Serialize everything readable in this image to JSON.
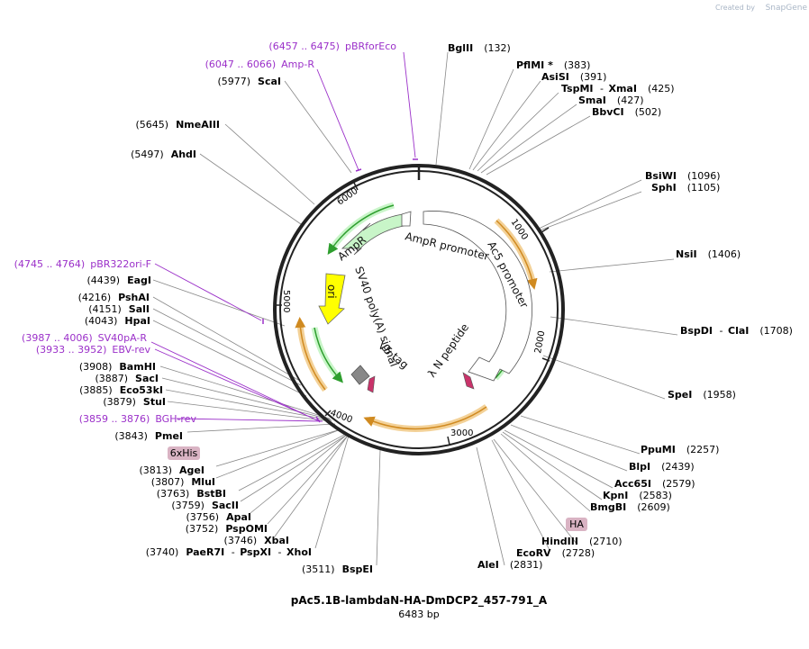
{
  "header": {
    "created_by": "Created by",
    "brand": "SnapGene"
  },
  "plasmid": {
    "name": "pAc5.1B-lambdaN-HA-DmDCP2_457-791_A",
    "size_label": "6483 bp",
    "length": 6483
  },
  "ticks": [
    "1000",
    "2000",
    "3000",
    "4000",
    "5000",
    "6000"
  ],
  "features": [
    {
      "label": "AmpR"
    },
    {
      "label": "AmpR promoter"
    },
    {
      "label": "Ac5 promoter"
    },
    {
      "label": "ori"
    },
    {
      "label": "SV40 poly(A) signal"
    },
    {
      "label": "V5 tag"
    },
    {
      "label": "λ N peptide"
    }
  ],
  "boxes": [
    {
      "label": "6xHis"
    },
    {
      "label": "HA"
    }
  ],
  "sites": [
    {
      "pos": "(132)",
      "name": "BglII"
    },
    {
      "pos": "(383)",
      "name": "PflMI *"
    },
    {
      "pos": "(391)",
      "name": "AsiSI"
    },
    {
      "pos": "(425)",
      "name": "TspMI",
      "name2": "XmaI"
    },
    {
      "pos": "(427)",
      "name": "SmaI"
    },
    {
      "pos": "(502)",
      "name": "BbvCI"
    },
    {
      "pos": "(1096)",
      "name": "BsiWI"
    },
    {
      "pos": "(1105)",
      "name": "SphI"
    },
    {
      "pos": "(1406)",
      "name": "NsiI"
    },
    {
      "pos": "(1708)",
      "name": "BspDI",
      "name2": "ClaI"
    },
    {
      "pos": "(1958)",
      "name": "SpeI"
    },
    {
      "pos": "(2257)",
      "name": "PpuMI"
    },
    {
      "pos": "(2439)",
      "name": "BlpI"
    },
    {
      "pos": "(2579)",
      "name": "Acc65I"
    },
    {
      "pos": "(2583)",
      "name": "KpnI"
    },
    {
      "pos": "(2609)",
      "name": "BmgBI"
    },
    {
      "pos": "(2710)",
      "name": "HindIII"
    },
    {
      "pos": "(2728)",
      "name": "EcoRV"
    },
    {
      "pos": "(2831)",
      "name": "AleI"
    },
    {
      "pos": "(3511)",
      "name": "BspEI"
    },
    {
      "pos": "(3740)",
      "name": "PaeR7I",
      "name2": "PspXI",
      "name3": "XhoI"
    },
    {
      "pos": "(3746)",
      "name": "XbaI"
    },
    {
      "pos": "(3752)",
      "name": "PspOMI"
    },
    {
      "pos": "(3756)",
      "name": "ApaI"
    },
    {
      "pos": "(3759)",
      "name": "SacII"
    },
    {
      "pos": "(3763)",
      "name": "BstBI"
    },
    {
      "pos": "(3807)",
      "name": "MluI"
    },
    {
      "pos": "(3813)",
      "name": "AgeI"
    },
    {
      "pos": "(3843)",
      "name": "PmeI"
    },
    {
      "pos": "(3879)",
      "name": "StuI"
    },
    {
      "pos": "(3885)",
      "name": "Eco53kI"
    },
    {
      "pos": "(3887)",
      "name": "SacI"
    },
    {
      "pos": "(3908)",
      "name": "BamHI"
    },
    {
      "pos": "(4043)",
      "name": "HpaI"
    },
    {
      "pos": "(4151)",
      "name": "SalI"
    },
    {
      "pos": "(4216)",
      "name": "PshAI"
    },
    {
      "pos": "(4439)",
      "name": "EagI"
    },
    {
      "pos": "(5497)",
      "name": "AhdI"
    },
    {
      "pos": "(5645)",
      "name": "NmeAIII"
    },
    {
      "pos": "(5977)",
      "name": "ScaI"
    }
  ],
  "primers": [
    {
      "pos": "(6457 .. 6475)",
      "name": "pBRforEco"
    },
    {
      "pos": "(6047 .. 6066)",
      "name": "Amp-R"
    },
    {
      "pos": "(4745 .. 4764)",
      "name": "pBR322ori-F"
    },
    {
      "pos": "(3987 .. 4006)",
      "name": "SV40pA-R"
    },
    {
      "pos": "(3933 .. 3952)",
      "name": "EBV-rev"
    },
    {
      "pos": "(3859 .. 3876)",
      "name": "BGH-rev"
    }
  ],
  "colors": {
    "ampr": "#c8f5c8",
    "ori": "#ffff00",
    "orf": "#f0b040",
    "primer": "#9b30c9",
    "tag": "#c9336a",
    "box": "#d9b3c3"
  }
}
